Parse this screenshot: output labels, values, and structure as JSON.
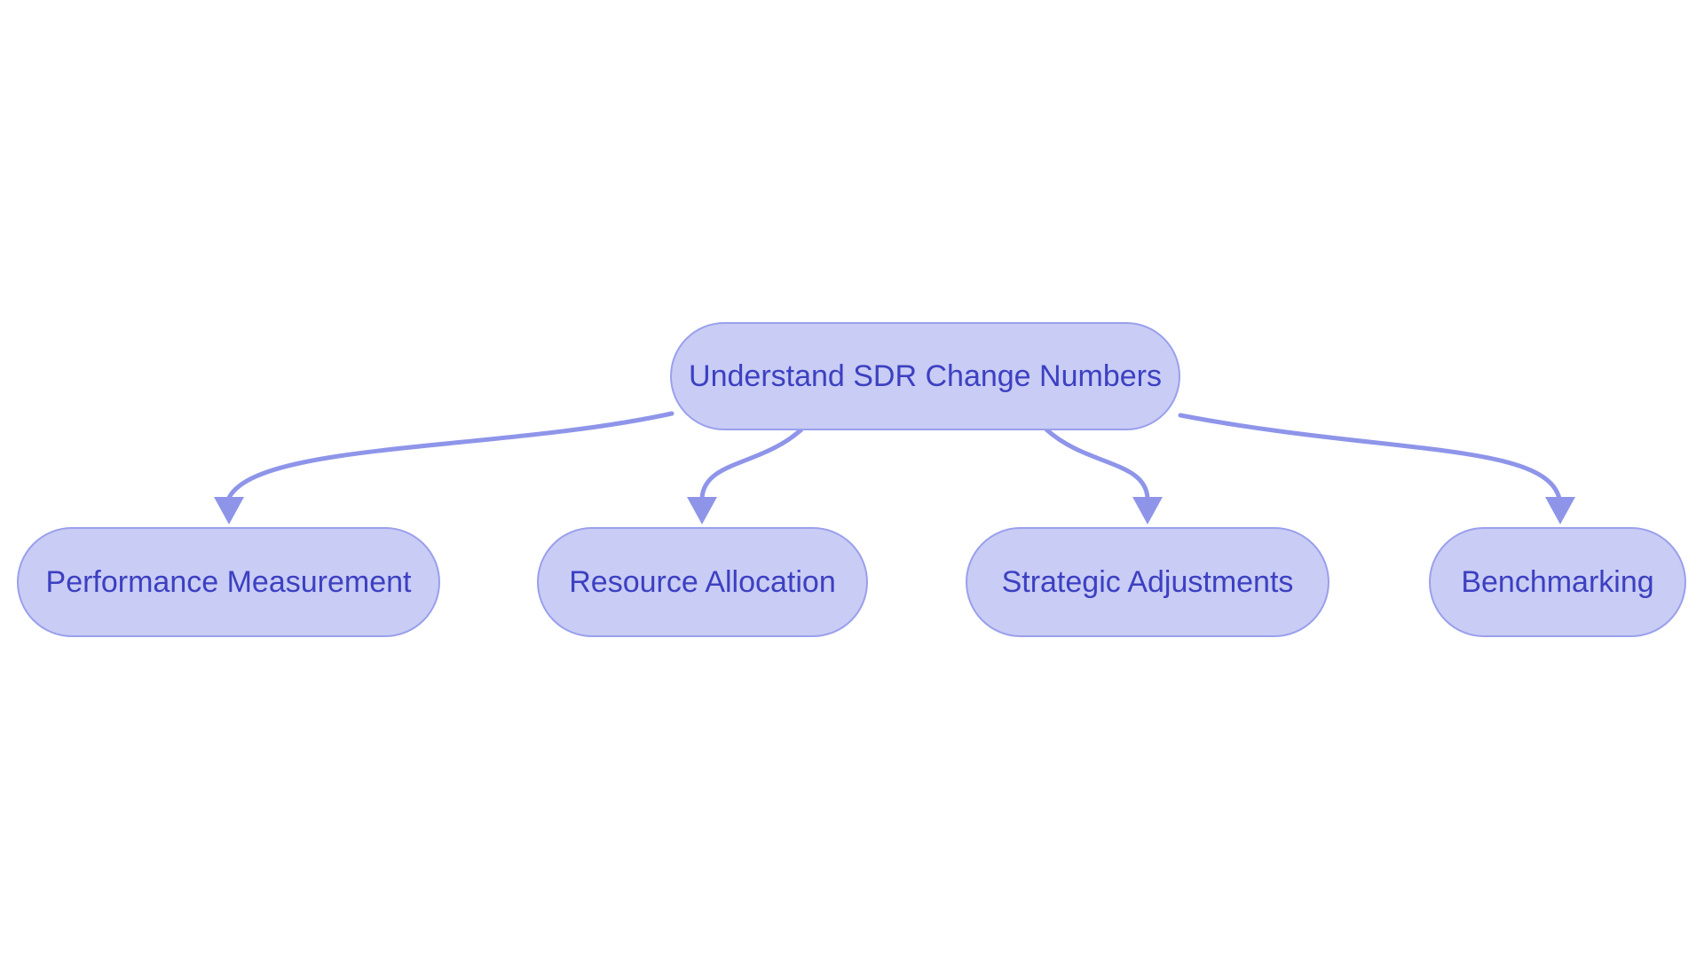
{
  "diagram": {
    "root": {
      "label": "Understand SDR Change Numbers"
    },
    "children": [
      {
        "label": "Performance Measurement"
      },
      {
        "label": "Resource Allocation"
      },
      {
        "label": "Strategic Adjustments"
      },
      {
        "label": "Benchmarking"
      }
    ]
  },
  "colors": {
    "background": "#ffffff",
    "node-fill": "#c9ccf4",
    "node-border": "#9aa0ec",
    "edge": "#8e95e9",
    "text": "#3c40c1"
  }
}
